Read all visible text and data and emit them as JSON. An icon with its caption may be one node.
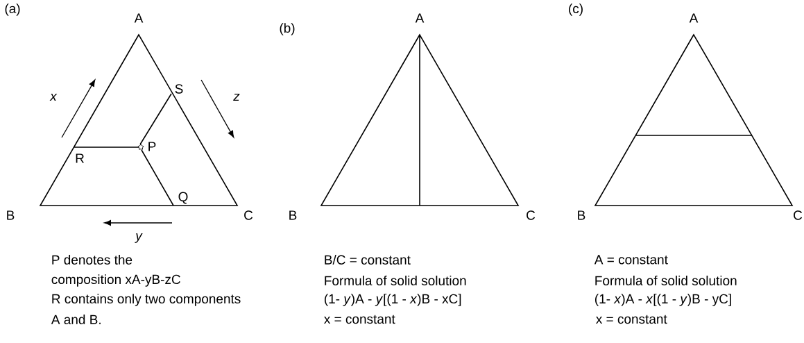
{
  "diagram": {
    "labels": [
      "(a)",
      "A",
      "S",
      "x",
      "z",
      "P",
      "R",
      "Q",
      "B",
      "C",
      "y",
      "(b)",
      "A",
      "B",
      "C",
      "(c)",
      "A",
      "B",
      "C",
      "P denotes the",
      "composition xA-yB-zC",
      "R contains only two components",
      "A and B.",
      "B/C = constant",
      "Formula of solid solution",
      "(1- *y*)A - *y*[(1 - *x*)B - xC]",
      "x = constant",
      "A = constant",
      "Formula of solid solution",
      "(1- *x*)A - *x*[(1 - *y*)B - yC]",
      "x = constant"
    ]
  }
}
